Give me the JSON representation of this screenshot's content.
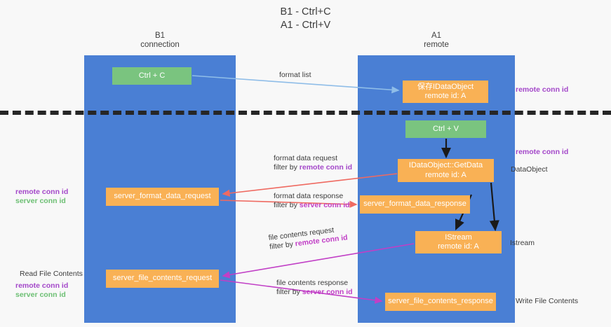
{
  "title": {
    "line1": "B1 - Ctrl+C",
    "line2": "A1 - Ctrl+V"
  },
  "lanes": [
    {
      "id": "b1",
      "name": "B1",
      "role": "connection"
    },
    {
      "id": "a1",
      "name": "A1",
      "role": "remote"
    }
  ],
  "nodes": {
    "ctrl_c": {
      "line1": "Ctrl + C",
      "line2": "",
      "color": "#7ac47f"
    },
    "ctrl_v": {
      "line1": "Ctrl + V",
      "line2": "",
      "color": "#7ac47f"
    },
    "save_idataobject": {
      "line1": "保存IDataObject",
      "line2": "remote id: A",
      "color": "#f9b155"
    },
    "getdata": {
      "line1": "IDataObject::GetData",
      "line2": "remote id: A",
      "color": "#f9b155"
    },
    "istream": {
      "line1": "IStream",
      "line2": "remote id: A",
      "color": "#f9b155"
    },
    "server_format_data_request": {
      "line1": "server_format_data_request",
      "line2": "",
      "color": "#f9b155"
    },
    "server_format_data_response": {
      "line1": "server_format_data_response",
      "line2": "",
      "color": "#f9b155"
    },
    "server_file_contents_request": {
      "line1": "server_file_contents_request",
      "line2": "",
      "color": "#f9b155"
    },
    "server_file_contents_response": {
      "line1": "server_file_contents_response",
      "line2": "",
      "color": "#f9b155"
    }
  },
  "edge_labels": {
    "format_list": "format list",
    "format_data_request": "format data request",
    "format_data_request_filter_prefix": "filter by ",
    "format_data_request_filter_key": "remote conn id",
    "format_data_response": "format data response",
    "format_data_response_filter_prefix": "filter by ",
    "format_data_response_filter_key": "server conn id",
    "file_contents_request": "file contents request",
    "file_contents_request_filter_prefix": "filter by ",
    "file_contents_request_filter_key": "remote conn id",
    "file_contents_response": "file contents response",
    "file_contents_response_filter_prefix": "filter by ",
    "file_contents_response_filter_key": "server conn id"
  },
  "annotations": {
    "remote_conn_id_top": "remote conn id",
    "remote_conn_id_mid": "remote conn id",
    "dataobject": "DataObject",
    "istream": "Istream",
    "write_file_contents": "Write File Contents",
    "read_file_contents": "Read File Contents",
    "left_mid_remote": "remote conn id",
    "left_mid_server": "server conn id",
    "left_bot_remote": "remote conn id",
    "left_bot_server": "server conn id"
  },
  "colors": {
    "lane": "#4a7fd4",
    "green_node": "#7ac47f",
    "orange_node": "#f9b155",
    "remote_conn_id": "#a347c9",
    "server_conn_id": "#6cbf73",
    "arrow_blue": "#8fbde8",
    "arrow_red": "#ef6a61",
    "arrow_magenta": "#c13fc6",
    "arrow_black": "#1a1a1a",
    "divider": "#262626",
    "background": "#f8f8f8"
  }
}
